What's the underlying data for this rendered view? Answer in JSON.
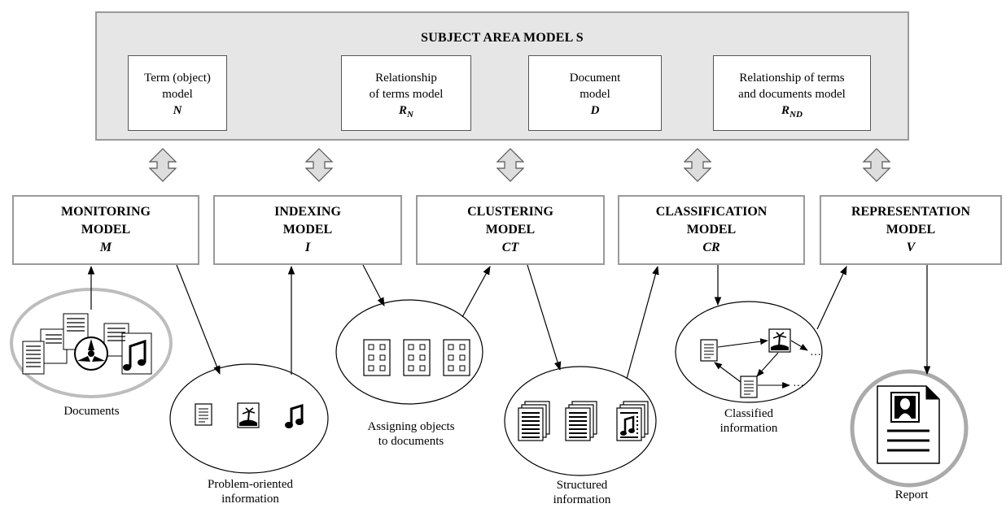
{
  "subject": {
    "title": "SUBJECT AREA MODEL S",
    "submodels": [
      {
        "line1": "Term (object)",
        "line2": "model",
        "sym": "N",
        "sub": ""
      },
      {
        "line1": "Relationship",
        "line2": "of terms model",
        "sym": "R",
        "sub": "N"
      },
      {
        "line1": "Document",
        "line2": "model",
        "sym": "D",
        "sub": ""
      },
      {
        "line1": "Relationship of terms",
        "line2": "and documents model",
        "sym": "R",
        "sub": "ND"
      }
    ]
  },
  "models": [
    {
      "line1": "MONITORING",
      "line2": "MODEL",
      "sym": "M"
    },
    {
      "line1": "INDEXING",
      "line2": "MODEL",
      "sym": "I"
    },
    {
      "line1": "CLUSTERING",
      "line2": "MODEL",
      "sym": "CT"
    },
    {
      "line1": "CLASSIFICATION",
      "line2": "MODEL",
      "sym": "CR"
    },
    {
      "line1": "REPRESENTATION",
      "line2": "MODEL",
      "sym": "V"
    }
  ],
  "labels": {
    "documents": "Documents",
    "problem_line1": "Problem-oriented",
    "problem_line2": "information",
    "assigning_line1": "Assigning objects",
    "assigning_line2": "to documents",
    "structured_line1": "Structured",
    "structured_line2": "information",
    "classified_line1": "Classified",
    "classified_line2": "information",
    "report": "Report"
  },
  "colors": {
    "panel_fill": "#e6e6e6",
    "panel_border": "#9a9a9a",
    "arrow_fill": "#dddddd",
    "line": "#000000",
    "ellipse_gray": "#bdbdbd"
  }
}
